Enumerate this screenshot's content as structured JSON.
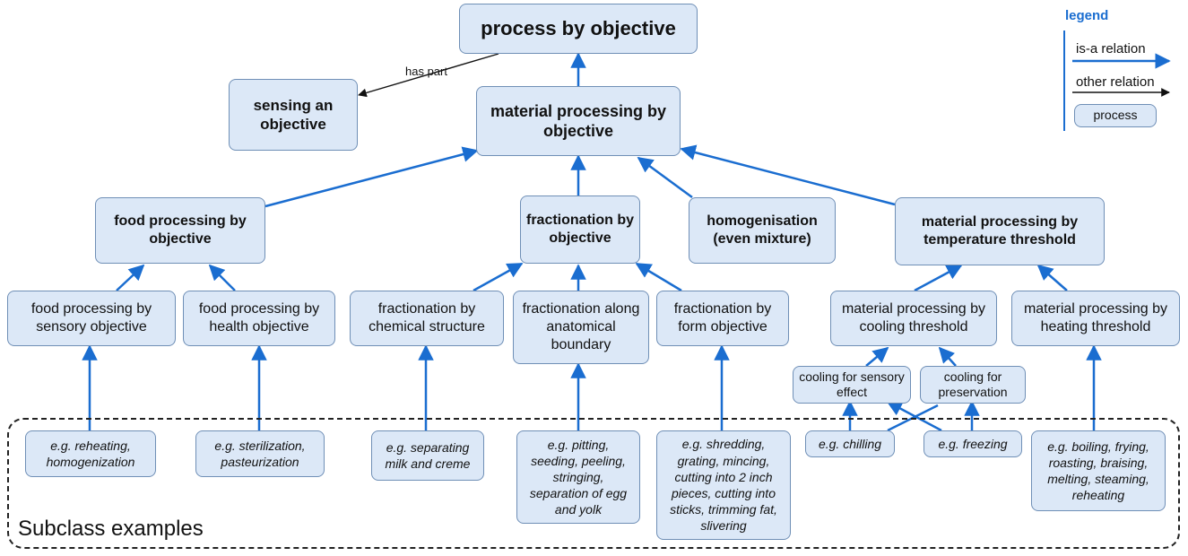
{
  "nodes": {
    "process_by_objective": "process by objective",
    "sensing_an_objective": "sensing an objective",
    "material_processing_by_objective": "material processing by objective",
    "food_processing_by_objective": "food processing by objective",
    "fractionation_by_objective": "fractionation by objective",
    "homogenisation": "homogenisation (even mixture)",
    "material_processing_by_temperature_threshold": "material processing by temperature threshold",
    "food_processing_by_sensory_objective": "food processing by sensory objective",
    "food_processing_by_health_objective": "food processing by health objective",
    "fractionation_by_chemical_structure": "fractionation by chemical structure",
    "fractionation_along_anatomical_boundary": "fractionation along anatomical boundary",
    "fractionation_by_form_objective": "fractionation by form objective",
    "material_processing_by_cooling_threshold": "material processing by cooling threshold",
    "material_processing_by_heating_threshold": "material processing by heating threshold",
    "cooling_for_sensory_effect": "cooling for sensory effect",
    "cooling_for_preservation": "cooling for preservation"
  },
  "examples": {
    "reheating": "e.g. reheating, homogenization",
    "sterilization": "e.g. sterilization, pasteurization",
    "separating_milk": "e.g. separating milk and creme",
    "pitting": "e.g. pitting, seeding, peeling, stringing, separation of egg and yolk",
    "shredding": "e.g. shredding, grating, mincing, cutting into 2 inch pieces, cutting into sticks, trimming fat, slivering",
    "chilling": "e.g. chilling",
    "freezing": "e.g. freezing",
    "boiling": "e.g. boiling, frying, roasting, braising, melting, steaming, reheating"
  },
  "edge_labels": {
    "has_part": "has part"
  },
  "legend": {
    "title": "legend",
    "is_a": "is-a relation",
    "other": "other relation",
    "process": "process"
  },
  "subclass_examples_label": "Subclass examples",
  "colors": {
    "is_a_arrow": "#1a6dd0",
    "other_arrow": "#111111",
    "node_fill": "#dce8f7",
    "node_border": "#6f8fb6"
  }
}
